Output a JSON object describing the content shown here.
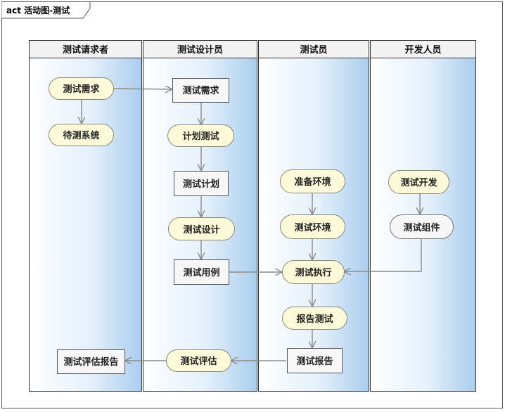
{
  "diagram": {
    "frame_title": "act 活动图-测试",
    "lanes": [
      {
        "title": "测试请求者"
      },
      {
        "title": "测试设计员"
      },
      {
        "title": "测试员"
      },
      {
        "title": "开发人员"
      }
    ],
    "nodes": {
      "req_need": "测试需求",
      "req_wait": "待测系统",
      "design_need": "测试需求",
      "design_plan_act": "计划测试",
      "design_plan": "测试计划",
      "design_design_act": "测试设计",
      "design_case": "测试用例",
      "tester_prepare": "准备环境",
      "tester_env": "测试环境",
      "tester_exec": "测试执行",
      "tester_report_act": "报告测试",
      "tester_report": "测试报告",
      "design_eval": "测试评估",
      "req_eval_report": "测试评估报告",
      "dev_act": "测试开发",
      "dev_component": "测试组件"
    }
  }
}
